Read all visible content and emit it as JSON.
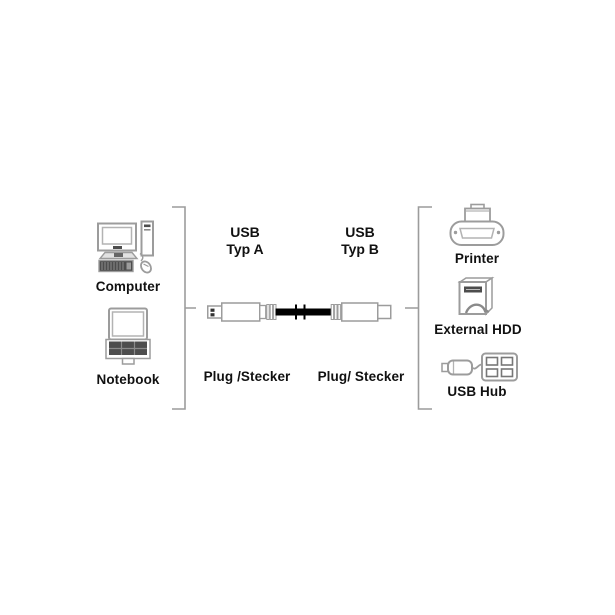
{
  "diagram": {
    "source_devices": {
      "items": [
        {
          "label": "Computer",
          "icon": "desktop-computer-icon"
        },
        {
          "label": "Notebook",
          "icon": "notebook-icon"
        }
      ]
    },
    "cable": {
      "type_a": {
        "name_line1": "USB",
        "name_line2": "Typ A",
        "plug_label": "Plug /Stecker"
      },
      "type_b": {
        "name_line1": "USB",
        "name_line2": "Typ B",
        "plug_label": "Plug/ Stecker"
      }
    },
    "target_devices": {
      "items": [
        {
          "label": "Printer",
          "icon": "printer-icon"
        },
        {
          "label": "External HDD",
          "icon": "external-hdd-icon"
        },
        {
          "label": "USB Hub",
          "icon": "usb-hub-icon"
        }
      ]
    },
    "colors": {
      "background": "#ffffff",
      "text": "#111111",
      "icon_outline": "#9c9c9c",
      "icon_dark_fill": "#4d4d4d",
      "cable": "#000000"
    }
  }
}
